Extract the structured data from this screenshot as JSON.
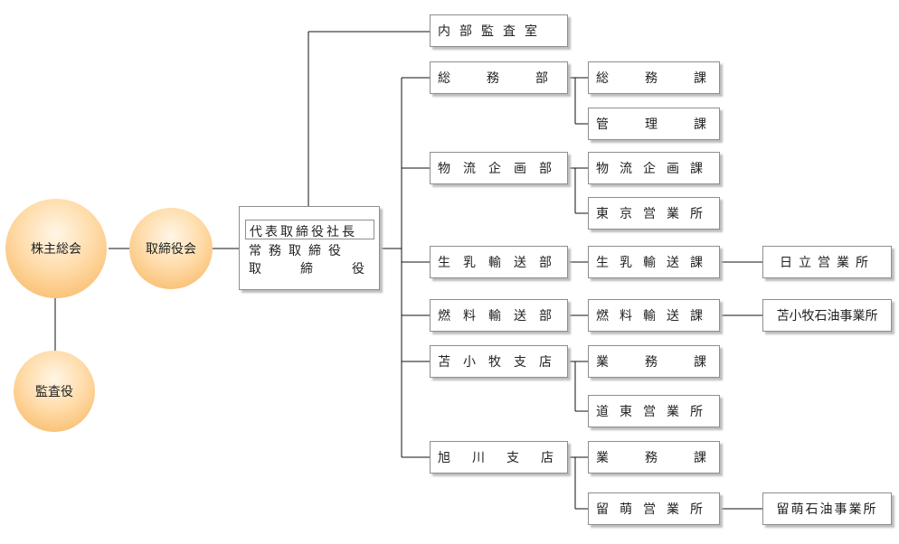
{
  "governance": {
    "shareholders_meeting": "株主総会",
    "board_of_directors": "取締役会",
    "auditor": "監査役"
  },
  "executives": {
    "president": "代表取締役社長",
    "managing_director": "常務取締役",
    "director": "取締役"
  },
  "internal_audit": "内部監査室",
  "departments": [
    {
      "name": "総務部",
      "sections": [
        {
          "name": "総務課"
        },
        {
          "name": "管理課"
        }
      ]
    },
    {
      "name": "物流企画部",
      "sections": [
        {
          "name": "物流企画課"
        },
        {
          "name": "東京営業所"
        }
      ]
    },
    {
      "name": "生乳輸送部",
      "sections": [
        {
          "name": "生乳輸送課",
          "office": "日立営業所"
        }
      ]
    },
    {
      "name": "燃料輸送部",
      "sections": [
        {
          "name": "燃料輸送課",
          "office": "苫小牧石油事業所"
        }
      ]
    },
    {
      "name": "苫小牧支店",
      "sections": [
        {
          "name": "業務課"
        },
        {
          "name": "道東営業所"
        }
      ]
    },
    {
      "name": "旭川支店",
      "sections": [
        {
          "name": "業務課"
        },
        {
          "name": "留萌営業所",
          "office": "留萌石油事業所"
        }
      ]
    }
  ]
}
